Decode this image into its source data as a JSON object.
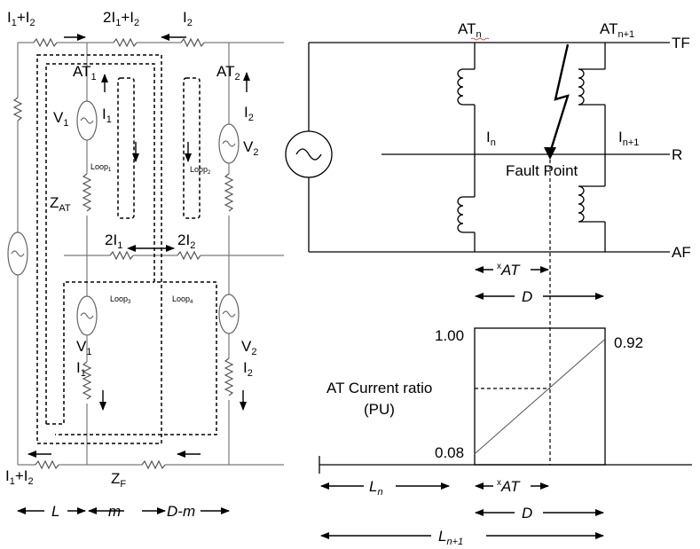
{
  "left": {
    "labels": {
      "i1_i2_top": "I",
      "two_i1_i2": "2I",
      "i2_top": "I",
      "at1": "AT",
      "at2": "AT",
      "v1_top": "V",
      "i1_mid": "I",
      "i2_mid": "I",
      "v2_top": "V",
      "loop1": "Loop",
      "loop2": "Loop",
      "zat": "Z",
      "two_i1": "2I",
      "two_i2": "2I",
      "loop3": "Loop",
      "loop4": "Loop",
      "v1_bot": "V",
      "i1_bot": "I",
      "v2_bot": "V",
      "i2_bot": "I",
      "i1_i2_bot": "I",
      "zf": "Z",
      "L": "L",
      "m": "m",
      "dm": "D-m"
    },
    "subs": {
      "one": "1",
      "two": "2",
      "three": "3",
      "four": "4",
      "at": "AT",
      "f": "F",
      "plus": "+"
    }
  },
  "right": {
    "labels": {
      "atn": "AT",
      "atn1": "AT",
      "tf": "TF",
      "in": "I",
      "in1": "I",
      "r": "R",
      "fault_point": "Fault Point",
      "af": "AF",
      "xat": "AT",
      "x_sup": "x",
      "D": "D",
      "ln": "L",
      "ln1": "L",
      "sub_n": "n",
      "sub_n1": "n+1"
    },
    "chart": {
      "ylabel_line1": "AT Current ratio",
      "ylabel_line2": "(PU)",
      "y_top_tick": "1.00",
      "y_start": "0.08",
      "y_end": "0.92"
    }
  }
}
